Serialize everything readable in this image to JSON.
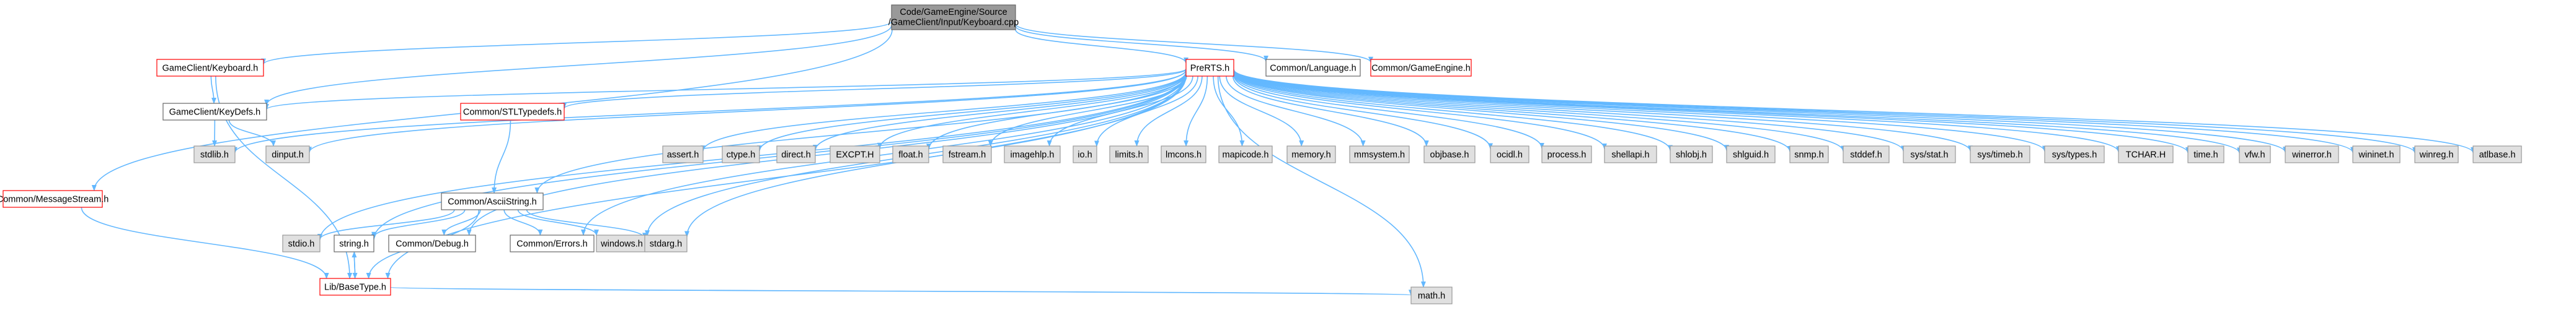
{
  "colors": {
    "edge": "#63b8ff",
    "root_fill": "#999999",
    "root_stroke": "#666666",
    "doc_fill": "#ffffff",
    "doc_stroke_red": "#ff0000",
    "doc_stroke_gray": "#666666",
    "system_fill": "#e0e0e0",
    "system_stroke": "#999999",
    "text": "#000000"
  },
  "nodes": {
    "root": {
      "line1": "Code/GameEngine/Source",
      "line2": "/GameClient/Input/Keyboard.cpp",
      "kind": "root"
    },
    "keyboard_h": {
      "label": "GameClient/Keyboard.h",
      "kind": "doc-red"
    },
    "message_stream": {
      "label": "Common/MessageStream.h",
      "kind": "doc-red"
    },
    "prerts": {
      "label": "PreRTS.h",
      "kind": "doc-red"
    },
    "language": {
      "label": "Common/Language.h",
      "kind": "doc-gray"
    },
    "gameengine": {
      "label": "Common/GameEngine.h",
      "kind": "doc-red"
    },
    "keydefs": {
      "label": "GameClient/KeyDefs.h",
      "kind": "doc-gray"
    },
    "stdlib": {
      "label": "stdlib.h",
      "kind": "system"
    },
    "dinput": {
      "label": "dinput.h",
      "kind": "system"
    },
    "stltypedefs": {
      "label": "Common/STLTypedefs.h",
      "kind": "doc-red"
    },
    "asciistring": {
      "label": "Common/AsciiString.h",
      "kind": "doc-gray"
    },
    "stdio": {
      "label": "stdio.h",
      "kind": "system"
    },
    "string": {
      "label": "string.h",
      "kind": "doc-gray"
    },
    "debug": {
      "label": "Common/Debug.h",
      "kind": "doc-gray"
    },
    "errors": {
      "label": "Common/Errors.h",
      "kind": "doc-gray"
    },
    "windows": {
      "label": "windows.h",
      "kind": "system"
    },
    "stdarg": {
      "label": "stdarg.h",
      "kind": "system"
    },
    "libbasetype": {
      "label": "Lib/BaseType.h",
      "kind": "doc-red"
    },
    "math": {
      "label": "math.h",
      "kind": "system"
    },
    "assert": {
      "label": "assert.h",
      "kind": "system"
    },
    "ctype": {
      "label": "ctype.h",
      "kind": "system"
    },
    "direct": {
      "label": "direct.h",
      "kind": "system"
    },
    "excpt": {
      "label": "EXCPT.H",
      "kind": "system"
    },
    "float": {
      "label": "float.h",
      "kind": "system"
    },
    "fstream": {
      "label": "fstream.h",
      "kind": "system"
    },
    "imagehlp": {
      "label": "imagehlp.h",
      "kind": "system"
    },
    "io": {
      "label": "io.h",
      "kind": "system"
    },
    "limits": {
      "label": "limits.h",
      "kind": "system"
    },
    "lmcons": {
      "label": "lmcons.h",
      "kind": "system"
    },
    "mapicode": {
      "label": "mapicode.h",
      "kind": "system"
    },
    "memory": {
      "label": "memory.h",
      "kind": "system"
    },
    "mmsystem": {
      "label": "mmsystem.h",
      "kind": "system"
    },
    "objbase": {
      "label": "objbase.h",
      "kind": "system"
    },
    "ocidl": {
      "label": "ocidl.h",
      "kind": "system"
    },
    "process": {
      "label": "process.h",
      "kind": "system"
    },
    "shellapi": {
      "label": "shellapi.h",
      "kind": "system"
    },
    "shlobj": {
      "label": "shlobj.h",
      "kind": "system"
    },
    "shlguid": {
      "label": "shlguid.h",
      "kind": "system"
    },
    "snmp": {
      "label": "snmp.h",
      "kind": "system"
    },
    "stddef": {
      "label": "stddef.h",
      "kind": "system"
    },
    "sysstat": {
      "label": "sys/stat.h",
      "kind": "system"
    },
    "systimeb": {
      "label": "sys/timeb.h",
      "kind": "system"
    },
    "systypes": {
      "label": "sys/types.h",
      "kind": "system"
    },
    "tchar": {
      "label": "TCHAR.H",
      "kind": "system"
    },
    "time": {
      "label": "time.h",
      "kind": "system"
    },
    "vfw": {
      "label": "vfw.h",
      "kind": "system"
    },
    "winerror": {
      "label": "winerror.h",
      "kind": "system"
    },
    "wininet": {
      "label": "wininet.h",
      "kind": "system"
    },
    "winreg": {
      "label": "winreg.h",
      "kind": "system"
    },
    "atlbase": {
      "label": "atlbase.h",
      "kind": "system"
    }
  },
  "edges": [
    [
      "root",
      "keyboard_h"
    ],
    [
      "root",
      "message_stream"
    ],
    [
      "root",
      "prerts"
    ],
    [
      "root",
      "language"
    ],
    [
      "root",
      "gameengine"
    ],
    [
      "root",
      "keydefs"
    ],
    [
      "keyboard_h",
      "keydefs"
    ],
    [
      "keyboard_h",
      "libbasetype"
    ],
    [
      "message_stream",
      "libbasetype"
    ],
    [
      "keydefs",
      "stdlib"
    ],
    [
      "keydefs",
      "dinput"
    ],
    [
      "prerts",
      "keydefs"
    ],
    [
      "prerts",
      "stdlib"
    ],
    [
      "prerts",
      "dinput"
    ],
    [
      "prerts",
      "stltypedefs"
    ],
    [
      "prerts",
      "asciistring"
    ],
    [
      "prerts",
      "stdio"
    ],
    [
      "prerts",
      "string"
    ],
    [
      "prerts",
      "debug"
    ],
    [
      "prerts",
      "errors"
    ],
    [
      "prerts",
      "windows"
    ],
    [
      "prerts",
      "stdarg"
    ],
    [
      "prerts",
      "libbasetype"
    ],
    [
      "prerts",
      "math"
    ],
    [
      "prerts",
      "assert"
    ],
    [
      "prerts",
      "ctype"
    ],
    [
      "prerts",
      "direct"
    ],
    [
      "prerts",
      "excpt"
    ],
    [
      "prerts",
      "float"
    ],
    [
      "prerts",
      "fstream"
    ],
    [
      "prerts",
      "imagehlp"
    ],
    [
      "prerts",
      "io"
    ],
    [
      "prerts",
      "limits"
    ],
    [
      "prerts",
      "lmcons"
    ],
    [
      "prerts",
      "mapicode"
    ],
    [
      "prerts",
      "memory"
    ],
    [
      "prerts",
      "mmsystem"
    ],
    [
      "prerts",
      "objbase"
    ],
    [
      "prerts",
      "ocidl"
    ],
    [
      "prerts",
      "process"
    ],
    [
      "prerts",
      "shellapi"
    ],
    [
      "prerts",
      "shlobj"
    ],
    [
      "prerts",
      "shlguid"
    ],
    [
      "prerts",
      "snmp"
    ],
    [
      "prerts",
      "stddef"
    ],
    [
      "prerts",
      "sysstat"
    ],
    [
      "prerts",
      "systimeb"
    ],
    [
      "prerts",
      "systypes"
    ],
    [
      "prerts",
      "tchar"
    ],
    [
      "prerts",
      "time"
    ],
    [
      "prerts",
      "vfw"
    ],
    [
      "prerts",
      "winerror"
    ],
    [
      "prerts",
      "wininet"
    ],
    [
      "prerts",
      "winreg"
    ],
    [
      "prerts",
      "atlbase"
    ],
    [
      "stltypedefs",
      "asciistring"
    ],
    [
      "asciistring",
      "stdio"
    ],
    [
      "asciistring",
      "string"
    ],
    [
      "asciistring",
      "debug"
    ],
    [
      "asciistring",
      "errors"
    ],
    [
      "asciistring",
      "windows"
    ],
    [
      "asciistring",
      "stdarg"
    ],
    [
      "asciistring",
      "libbasetype"
    ],
    [
      "string",
      "libbasetype"
    ],
    [
      "libbasetype",
      "string"
    ],
    [
      "libbasetype",
      "math"
    ]
  ]
}
